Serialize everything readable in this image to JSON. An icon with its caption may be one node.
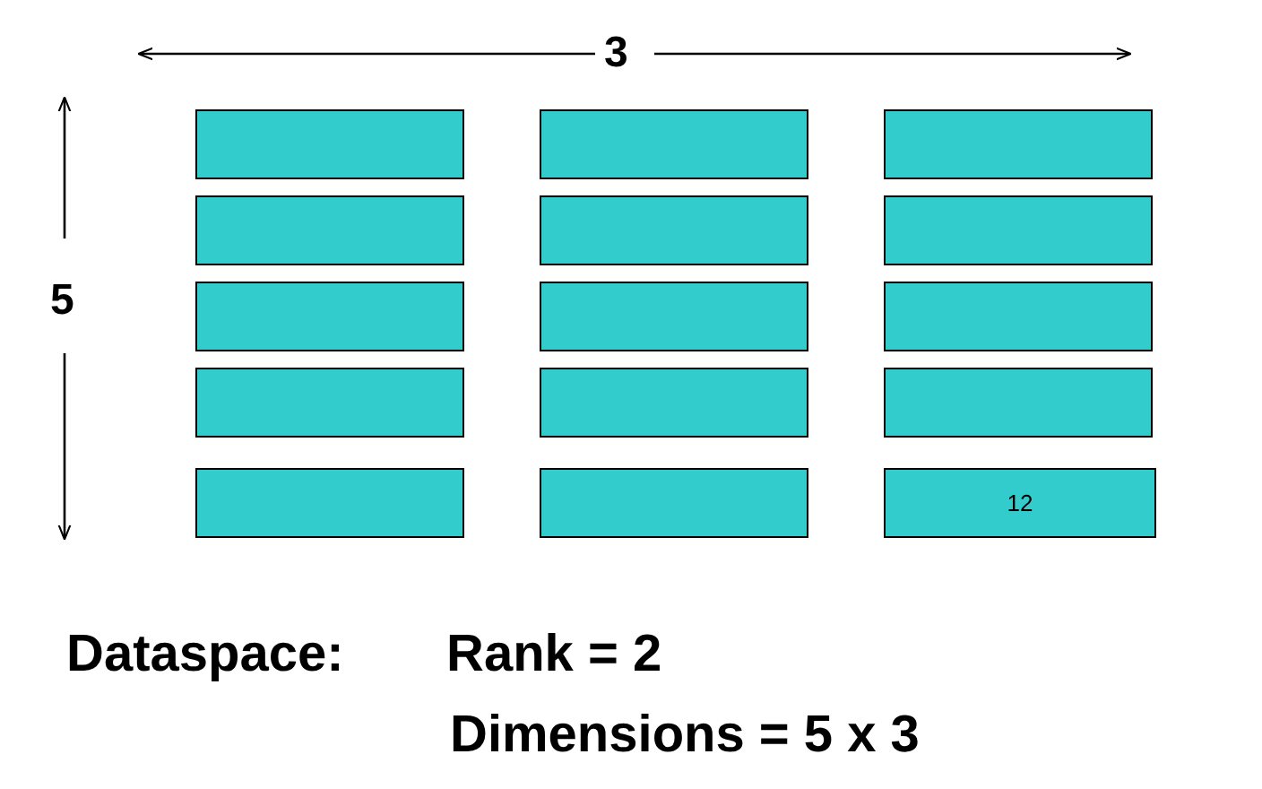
{
  "diagram": {
    "nodes": [
      {
        "text": [],
        "shape": "box"
      },
      {
        "text": [],
        "shape": "box"
      },
      {
        "text": [],
        "shape": "box"
      },
      {
        "text": [],
        "shape": "box"
      },
      {
        "text": [],
        "shape": "box"
      },
      {
        "text": [],
        "shape": "box"
      },
      {
        "text": [],
        "shape": "box"
      },
      {
        "text": [],
        "shape": "box"
      },
      {
        "text": [],
        "shape": "box"
      },
      {
        "text": [],
        "shape": "box"
      },
      {
        "text": [],
        "shape": "box"
      },
      {
        "text": [],
        "shape": "box"
      },
      {
        "text": [],
        "shape": "box"
      },
      {
        "text": [],
        "shape": "box"
      },
      {
        "text": [
          "12"
        ]
      }
    ],
    "edges": [],
    "labels": [
      "3",
      "5",
      "Dataspace:",
      "Rank = 2",
      "Dimensions = 5 x 3"
    ]
  }
}
